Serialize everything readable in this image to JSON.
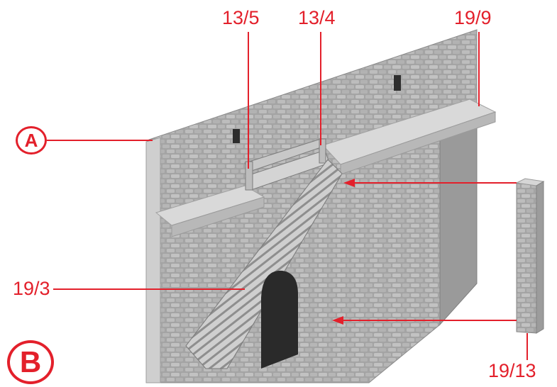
{
  "labels": {
    "p13_5": "13/5",
    "p13_4": "13/4",
    "p19_9": "19/9",
    "p19_3": "19/3",
    "p19_13": "19/13"
  },
  "markers": {
    "a": "A",
    "b": "B"
  },
  "colors": {
    "accent": "#e3202b",
    "stone": "#a7a7a7",
    "stone_dark": "#7f7f7f",
    "stone_light": "#d2d2d2"
  }
}
